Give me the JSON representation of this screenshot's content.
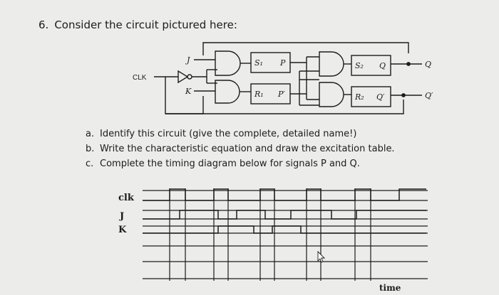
{
  "question": {
    "number": "6.",
    "text": "Consider the circuit pictured here:"
  },
  "circuit": {
    "inputs": {
      "j": "J",
      "k": "K",
      "clk": "CLK"
    },
    "master": {
      "top": "S₁",
      "top_out": "P",
      "bottom": "R₁",
      "bottom_out": "P′"
    },
    "slave": {
      "top": "S₂",
      "top_out": "Q",
      "bottom": "R₂",
      "bottom_out": "Q′"
    },
    "outputs": {
      "q": "Q",
      "q_bar": "Q′"
    }
  },
  "parts": [
    {
      "letter": "a.",
      "text": "Identify this circuit (give the complete, detailed name!)"
    },
    {
      "letter": "b.",
      "text": "Write the characteristic equation and draw the excitation table."
    },
    {
      "letter": "c.",
      "text": "Complete the timing diagram below for signals P and Q."
    }
  ],
  "timing": {
    "signals": [
      "clk",
      "J",
      "K"
    ],
    "axis_label": "time"
  },
  "colors": {
    "ink": "#1c1c1c",
    "paper": "#ececea"
  }
}
